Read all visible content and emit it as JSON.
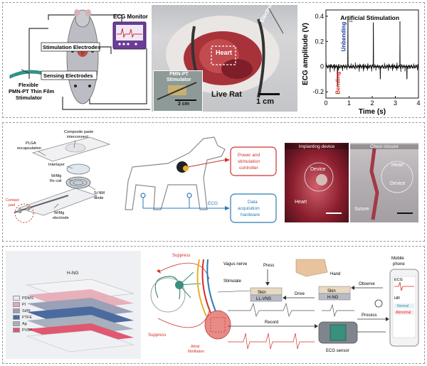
{
  "panel_a": {
    "labels": {
      "ecg_monitor": "ECG Monitor",
      "stim_electrodes": "Stimulation Electrodes",
      "sensing_electrodes": "Sensing Electrodes",
      "stimulator_line1": "Flexible",
      "stimulator_line2": "PMN-PT Thin Film",
      "stimulator_line3": "Stimulator",
      "heart": "Heart",
      "electrode": "Electrode",
      "pmn_pt_line1": "PMN-PT",
      "pmn_pt_line2": "Stimulator",
      "live_rat": "Live Rat",
      "scale_2cm": "2 cm",
      "scale_1cm": "1 cm"
    }
  },
  "chart_data": {
    "type": "line",
    "title": "",
    "xlabel": "Time (s)",
    "ylabel": "ECG amplitude (V)",
    "xlim": [
      0,
      4
    ],
    "ylim": [
      -0.25,
      0.45
    ],
    "xticks": [
      0,
      1,
      2,
      3,
      4
    ],
    "yticks": [
      -0.2,
      0.0,
      0.2,
      0.4
    ],
    "ytick_labels": [
      "-0.2",
      "0",
      "0.2",
      "0.4"
    ],
    "annotations": {
      "artificial": "Artificial Stimulation",
      "unbending": "Unbending",
      "bending": "Bending"
    },
    "stimulation_spikes": [
      {
        "t": 0.5,
        "direction": "down",
        "peak": -0.16
      },
      {
        "t": 0.95,
        "direction": "up",
        "peak": 0.39
      },
      {
        "t": 2.05,
        "direction": "up",
        "peak": 0.35
      },
      {
        "t": 2.35,
        "direction": "down",
        "peak": -0.1
      },
      {
        "t": 3.2,
        "direction": "up",
        "peak": 0.36
      },
      {
        "t": 3.5,
        "direction": "down",
        "peak": -0.1
      }
    ],
    "colors": {
      "trace": "#111111",
      "unbending": "#1f3ea6",
      "bending": "#d0302a"
    }
  },
  "panel_b": {
    "labels": {
      "plga": "PLGA",
      "encapsulation": "encapsulation",
      "composite1": "Composite paste",
      "composite2": "interconnect",
      "interlayer": "Interlayer",
      "rx1": "W/Mg",
      "rx2": "Rx coil",
      "si1": "Si NM",
      "si2": "diode",
      "contact1": "Contact",
      "contact2": "pad",
      "we1": "W/Mg",
      "we2": "electrode",
      "power1": "Power and",
      "power2": "stimulation",
      "power3": "controller",
      "ecg": "ECG",
      "daq1": "Data",
      "daq2": "acquisition",
      "daq3": "hardware",
      "implanting": "Implanting device",
      "chest": "Chest closure",
      "device": "Device",
      "heart": "Heart",
      "suture": "Suture"
    },
    "colors": {
      "red": "#d0302a",
      "blue": "#2a7ab8"
    }
  },
  "panel_c": {
    "labels": {
      "hng": "H-NG",
      "legend": [
        "PDMS",
        "PI",
        "Si/Pt",
        "PTFE",
        "Ag",
        "PVDF"
      ],
      "suppress_top": "Suppress",
      "suppress_bottom": "Suppress",
      "vagus": "Vagus nerve",
      "stimulate": "Stimulate",
      "press": "Press",
      "hand": "Hand",
      "skin": "Skin",
      "llvns": "LL-VNS",
      "drive": "Drive",
      "skin2": "Skin",
      "hng2": "H-NG",
      "observe": "Observe",
      "mobile1": "Mobile",
      "mobile2": "phone",
      "process": "Process",
      "ecg_phone": "ECG",
      "hr": "HR",
      "normal": "Normal",
      "abnormal": "Abnormal",
      "atrial1": "Atrial",
      "atrial2": "fibrillation",
      "record": "Record",
      "ecg_sensor": "ECG sensor"
    },
    "legend_colors": [
      "#e8e8ee",
      "#e6a8b4",
      "#9aa0b8",
      "#4b6b9e",
      "#a7b0bd",
      "#e05870"
    ]
  }
}
